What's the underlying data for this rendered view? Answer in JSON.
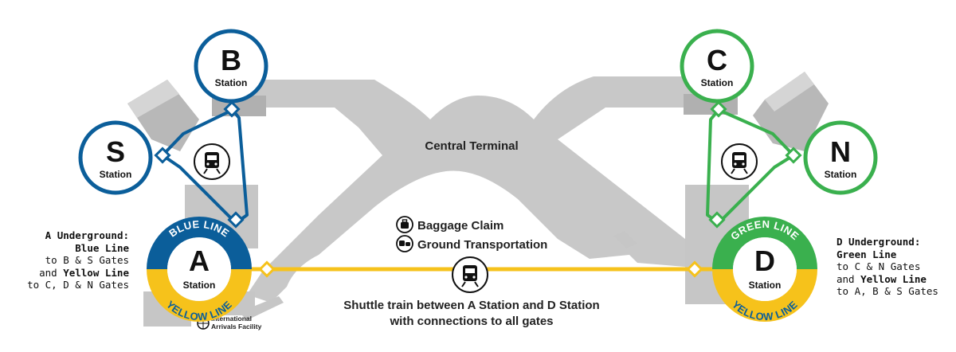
{
  "map": {
    "central_terminal": "Central Terminal",
    "baggage_claim": "Baggage Claim",
    "ground_transportation": "Ground Transportation",
    "shuttle_line1": "Shuttle train between A Station and D Station",
    "shuttle_line2": "with connections to all gates",
    "international_line1": "International",
    "international_line2": "Arrivals Facility"
  },
  "stations": {
    "a": {
      "letter": "A",
      "sub": "Station",
      "top_arc": "BLUE LINE",
      "bottom_arc": "YELLOW LINE"
    },
    "b": {
      "letter": "B",
      "sub": "Station"
    },
    "c": {
      "letter": "C",
      "sub": "Station"
    },
    "d": {
      "letter": "D",
      "sub": "Station",
      "top_arc": "GREEN LINE",
      "bottom_arc": "YELLOW LINE"
    },
    "s": {
      "letter": "S",
      "sub": "Station"
    },
    "n": {
      "letter": "N",
      "sub": "Station"
    }
  },
  "notes": {
    "left": {
      "title": "A Underground:",
      "line1": "Blue Line",
      "line2": "to B & S Gates",
      "line3_pre": "and ",
      "line3_b": "Yellow Line",
      "line4": "to C, D & N Gates"
    },
    "right": {
      "title": "D Underground:",
      "line1": "Green Line",
      "line2": "to C & N Gates",
      "line3_pre": "and ",
      "line3_b": "Yellow Line",
      "line4": "to A, B & S Gates"
    }
  },
  "colors": {
    "blue": "#0b5e9a",
    "green": "#3ab04e",
    "yellow": "#f6c21b",
    "building": "#c6c6c6",
    "building_dark": "#a6a6a6"
  }
}
